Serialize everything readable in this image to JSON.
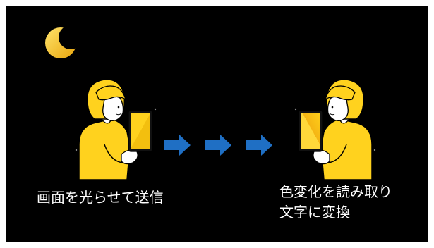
{
  "slide": {
    "background": "#000000",
    "accent_yellow": "#ffd21e",
    "arrow_blue": "#1f6fc4",
    "icons": [
      "crescent-moon-icon",
      "person-sending-icon",
      "arrow-right-icon",
      "person-receiving-icon"
    ],
    "caption_left": "画面を光らせて送信",
    "caption_right_line1": "色変化を読み取り",
    "caption_right_line2": "文字に変換"
  }
}
